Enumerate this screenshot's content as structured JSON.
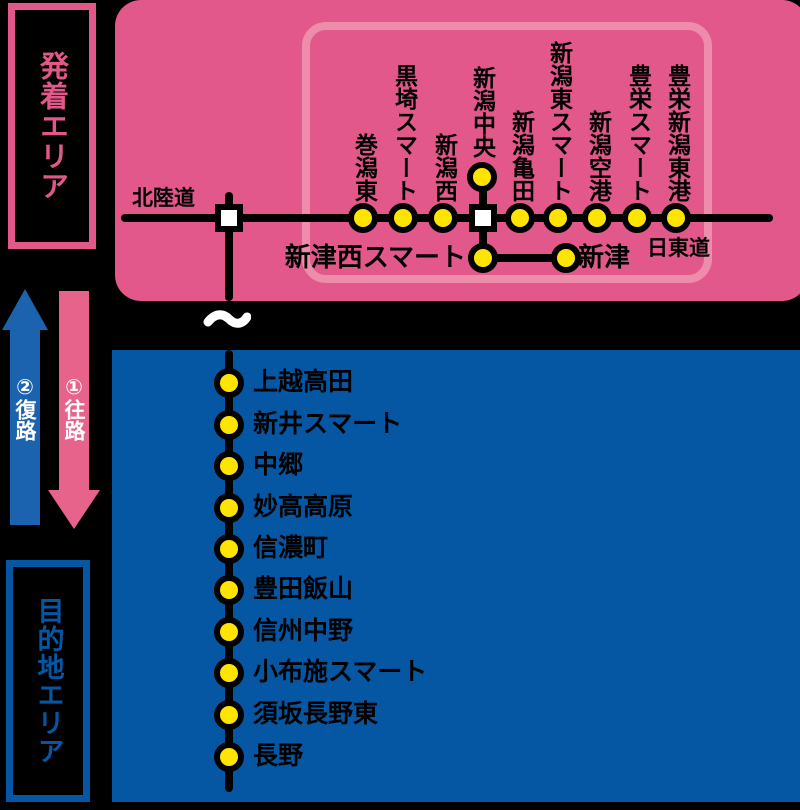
{
  "colors": {
    "background": "#000000",
    "departure_area_pink": "#e2588a",
    "inner_outline_pink": "#ee8cab",
    "destination_area_blue": "#0557a4",
    "return_arrow_blue": "#1b63ae",
    "outbound_arrow_pink": "#e8638b",
    "station_dot_yellow": "#ffe400",
    "junction_white": "#ffffff",
    "line_black": "#000000"
  },
  "area_labels": {
    "departure": "発着エリア",
    "destination": "目的地エリア"
  },
  "route_arrows": {
    "outbound": "①往路",
    "return": "②復路"
  },
  "expressway_labels": {
    "hokuriku": "北陸道",
    "nitto": "日東道"
  },
  "main_line_stations": [
    "巻潟東",
    "黒埼スマート",
    "新潟西",
    "新潟中央",
    "新潟亀田",
    "新潟東スマート",
    "新潟空港",
    "豊栄スマート",
    "豊栄新潟東港"
  ],
  "branch_stations": {
    "niitsu_nishi": "新津西スマート",
    "niitsu": "新津"
  },
  "destination_stations": [
    "上越高田",
    "新井スマート",
    "中郷",
    "妙高高原",
    "信濃町",
    "豊田飯山",
    "信州中野",
    "小布施スマート",
    "須坂長野東",
    "長野"
  ]
}
